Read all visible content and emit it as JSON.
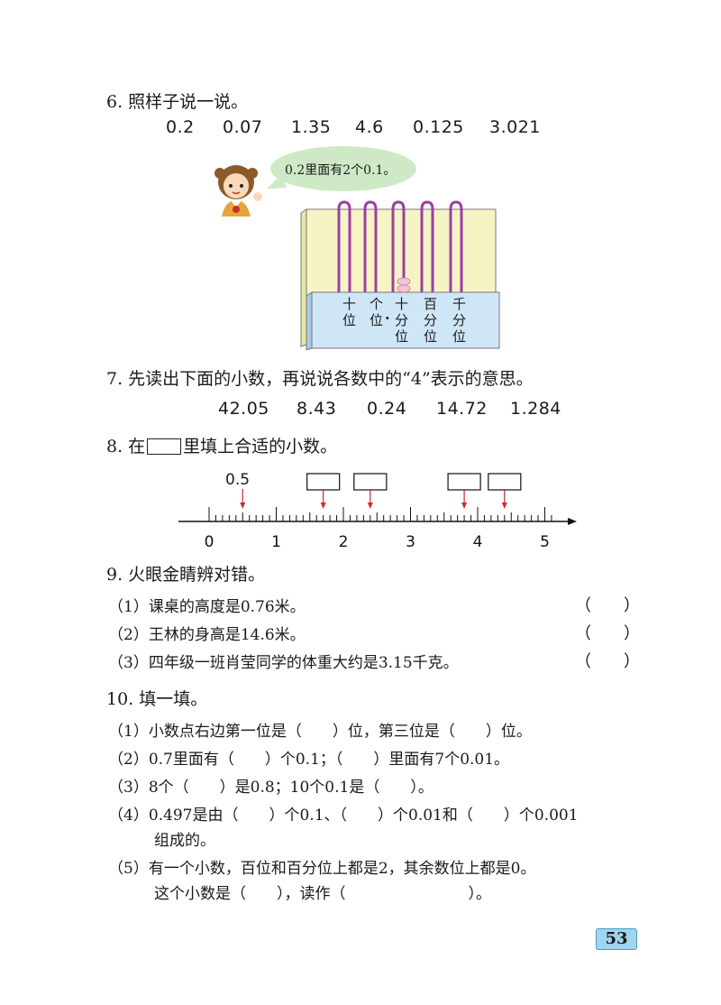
{
  "q6": {
    "title": "6. 照样子说一说。",
    "numbers": [
      "0.2",
      "0.07",
      "1.35",
      "4.6",
      "0.125",
      "3.021"
    ],
    "bubble": "0.2里面有2个0.1。",
    "abacus_labels": [
      "十\n位",
      "个\n位",
      "十\n分\n位",
      "百\n分\n位",
      "千\n分\n位"
    ],
    "abacus_beads": [
      0,
      0,
      2,
      0,
      0
    ]
  },
  "q7": {
    "title": "7. 先读出下面的小数，再说说各数中的“4”表示的意思。",
    "numbers": [
      "42.05",
      "8.43",
      "0.24",
      "14.72",
      "1.284"
    ]
  },
  "q8": {
    "title_before": "8. 在",
    "title_after": "里填上合适的小数。",
    "example": "0.5",
    "labels": [
      "0",
      "1",
      "2",
      "3",
      "4",
      "5"
    ],
    "marked_values": [
      0.5,
      1.7,
      2.4,
      3.8,
      4.4
    ]
  },
  "q9": {
    "title": "9. 火眼金睛辨对错。",
    "items": [
      {
        "text": "（1）课桌的高度是0.76米。",
        "blank": "（　　）"
      },
      {
        "text": "（2）王林的身高是14.6米。",
        "blank": "（　　）"
      },
      {
        "text": "（3）四年级一班肖莹同学的体重大约是3.15千克。",
        "blank": "（　　）"
      }
    ]
  },
  "q10": {
    "title": "10. 填一填。",
    "lines": [
      "（1）小数点右边第一位是（　　）位，第三位是（　　）位。",
      "（2）0.7里面有（　　）个0.1；（　　）里面有7个0.01。",
      "（3）8个（　　）是0.8；10个0.1是（　　）。",
      "（4）0.497是由（　　）个0.1、（　　）个0.01和（　　）个0.001",
      "　　　组成的。",
      "（5）有一个小数，百位和百分位上都是2，其余数位上都是0。",
      "　　　这个小数是（　　），读作（　　　　　　　　）。"
    ]
  },
  "page_number": "53",
  "colors": {
    "abacus_back": "#f6f4c4",
    "abacus_base": "#cfe6f6",
    "rod": "#9b3fa2",
    "bead": "#f5c4d6",
    "arrow": "#d0282a",
    "bubble": "#cfe9c7",
    "page_badge": "#9fd6ee"
  }
}
